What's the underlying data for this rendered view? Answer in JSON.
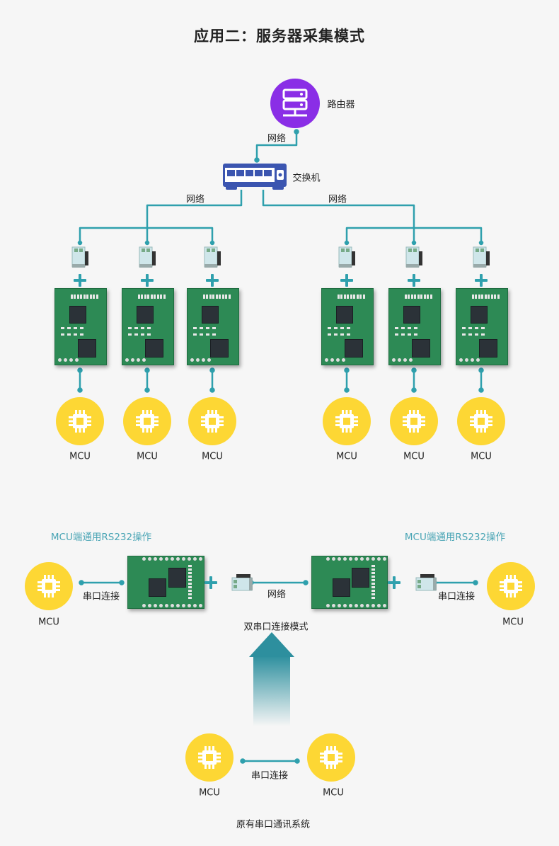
{
  "title": "应用二：服务器采集模式",
  "router": {
    "label": "路由器",
    "icon": "server-icon",
    "color": "#8a2ee6"
  },
  "switch": {
    "label": "交换机",
    "icon": "ethernet-switch-icon",
    "color": "#3b55b0"
  },
  "network_label": "网络",
  "mcu_label": "MCU",
  "colors": {
    "line": "#2fa0ad",
    "mcu": "#fdd734",
    "module": "#2d8a55"
  },
  "bottom": {
    "left_caption": "MCU端通用RS232操作",
    "right_caption": "MCU端通用RS232操作",
    "serial_label": "串口连接",
    "network_label": "网络",
    "dual_mode_label": "双串口连接模式",
    "original_system_label": "原有串口通讯系统"
  }
}
